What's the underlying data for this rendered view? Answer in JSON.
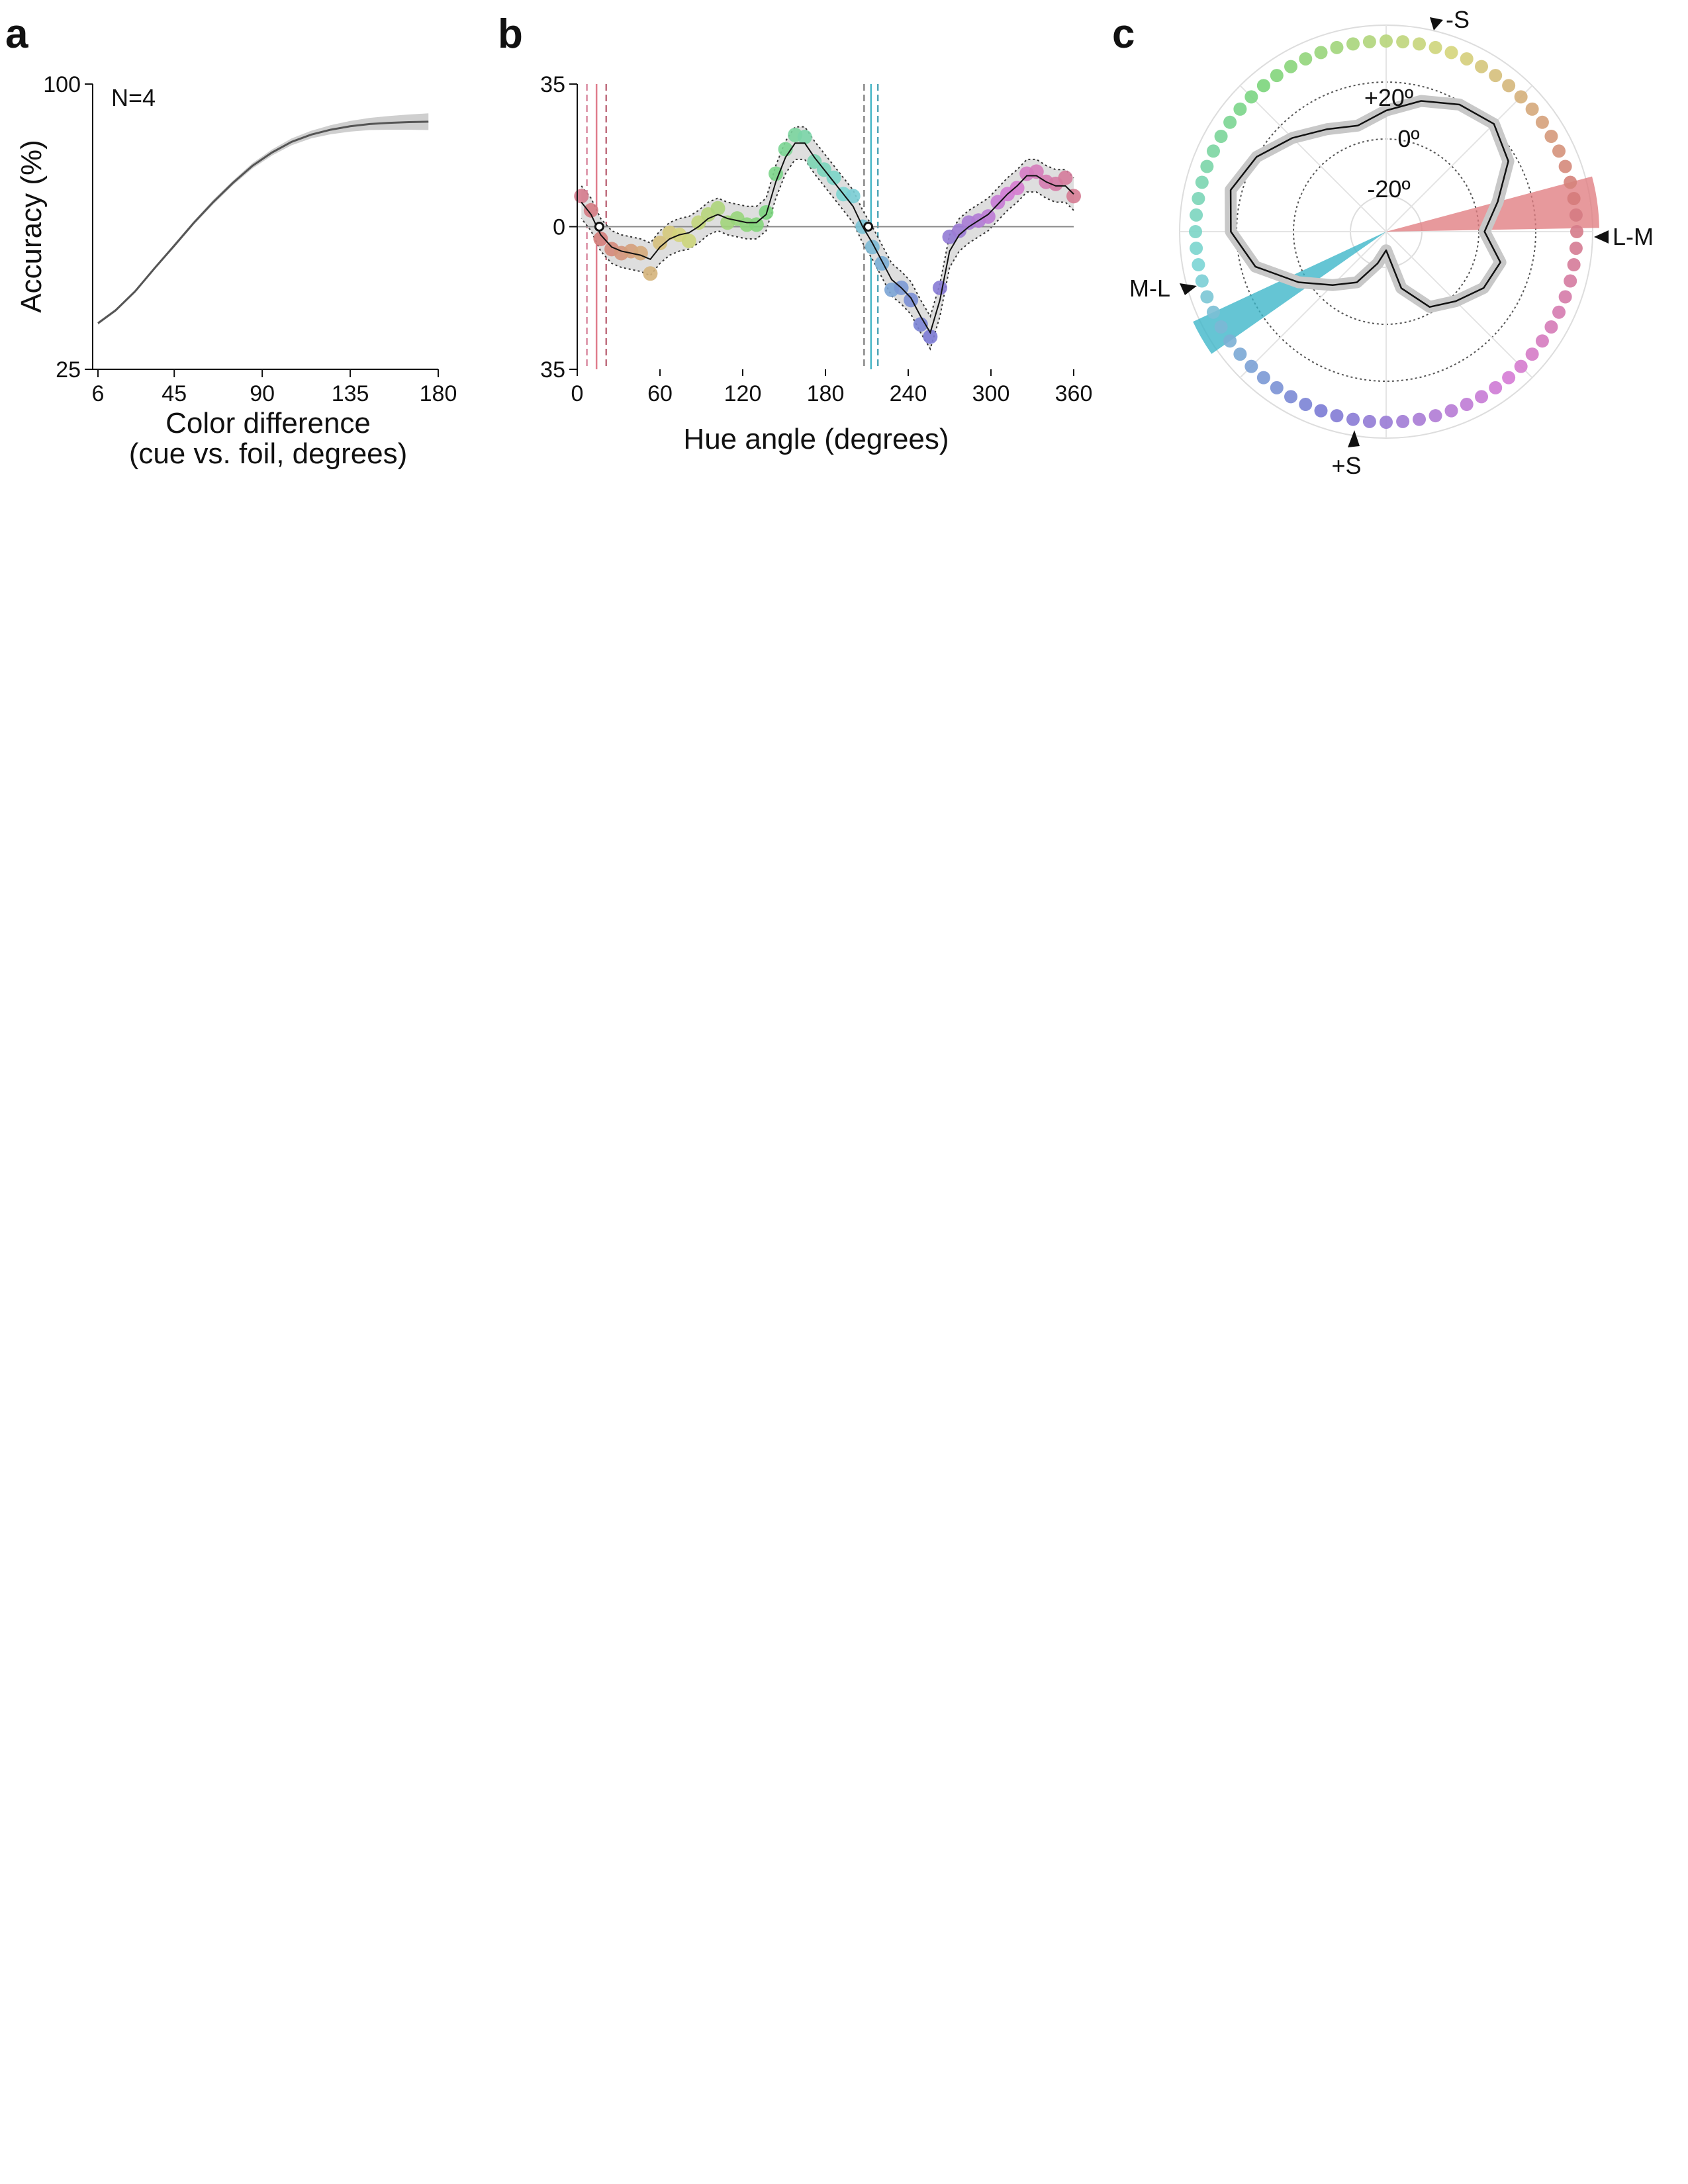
{
  "panels": {
    "a": "a",
    "b": "b",
    "c": "c"
  },
  "chart_data": [
    {
      "type": "line",
      "panel": "a",
      "annotation": "N=4",
      "xlabel": "Color difference",
      "xlabel2": "(cue vs. foil, degrees)",
      "ylabel": "Accuracy (%)",
      "xlim": [
        6,
        180
      ],
      "ylim": [
        25,
        100
      ],
      "xticks": [
        "6",
        "45",
        "90",
        "135",
        "180"
      ],
      "xtick_values": [
        6,
        45,
        90,
        135,
        180
      ],
      "yticks": [
        "25",
        "100"
      ],
      "ytick_values": [
        25,
        100
      ],
      "x": [
        6,
        15,
        25,
        35,
        45,
        55,
        65,
        75,
        85,
        95,
        105,
        115,
        125,
        135,
        145,
        155,
        165,
        175
      ],
      "values": [
        37.1,
        40.5,
        45.5,
        51.6,
        57.5,
        63.5,
        69.0,
        74.0,
        78.5,
        82.0,
        84.8,
        86.7,
        88.0,
        88.9,
        89.5,
        89.8,
        90.0,
        90.1
      ],
      "band_halfwidth": [
        0.4,
        0.4,
        0.4,
        0.4,
        0.5,
        0.5,
        0.6,
        0.6,
        0.7,
        0.8,
        0.9,
        1.0,
        1.2,
        1.4,
        1.6,
        1.8,
        2.0,
        2.2
      ],
      "colors": {
        "line": "#555555",
        "band": "#cfcfcf"
      }
    },
    {
      "type": "scatter",
      "panel": "b",
      "xlabel": "Hue angle (degrees)",
      "xlim": [
        0,
        360
      ],
      "ylim": [
        -35,
        35
      ],
      "xticks": [
        "0",
        "60",
        "120",
        "180",
        "240",
        "300",
        "360"
      ],
      "xtick_values": [
        0,
        60,
        120,
        180,
        240,
        300,
        360
      ],
      "yticks": [
        "35",
        "0",
        "35"
      ],
      "ytick_values": [
        35,
        0,
        -35
      ],
      "x": [
        3,
        10,
        17,
        25,
        32,
        39,
        46,
        53,
        60,
        67,
        74,
        81,
        88,
        95,
        102,
        109,
        116,
        123,
        130,
        137,
        144,
        151,
        158,
        165,
        172,
        179,
        186,
        193,
        200,
        207,
        214,
        221,
        228,
        235,
        242,
        249,
        256,
        263,
        270,
        277,
        284,
        291,
        298,
        305,
        312,
        319,
        326,
        333,
        340,
        347,
        354,
        360
      ],
      "values": [
        7.5,
        4,
        -3,
        -5.5,
        -6.5,
        -6,
        -6.5,
        -11.5,
        -4,
        -1.5,
        -2,
        -3.5,
        1,
        3,
        4.5,
        1,
        2,
        0.5,
        0.5,
        3.5,
        13,
        19,
        22.5,
        22,
        16,
        14,
        12,
        8,
        7.5,
        0,
        -5,
        -9,
        -15.5,
        -15,
        -18,
        -24,
        -27,
        -15,
        -2.5,
        -1,
        1,
        1.5,
        2.5,
        6,
        8,
        9.5,
        13,
        13.5,
        11,
        10.5,
        12,
        7.5
      ],
      "fit": [
        6,
        3,
        -2,
        -5,
        -6,
        -6.5,
        -7,
        -8,
        -5,
        -3,
        -2,
        -1.5,
        0,
        2,
        3,
        2,
        1.5,
        1,
        1,
        3,
        11,
        17,
        20.5,
        20.5,
        17,
        14,
        11,
        8,
        5,
        0,
        -4,
        -8.5,
        -13,
        -15,
        -17.5,
        -22,
        -26,
        -18,
        -6,
        -2,
        0,
        1.5,
        3,
        5.5,
        8,
        10,
        12.5,
        12.5,
        11,
        10,
        10,
        8
      ],
      "band_halfwidth": 4,
      "zero_crossings": [
        16,
        211
      ],
      "vlines": [
        {
          "x": 7,
          "color": "#d98aa0",
          "dash": true
        },
        {
          "x": 14,
          "color": "#e07c8c",
          "dash": false
        },
        {
          "x": 21,
          "color": "#c07080",
          "dash": true
        },
        {
          "x": 208,
          "color": "#888888",
          "dash": true
        },
        {
          "x": 213,
          "color": "#4bb8c8",
          "dash": false
        },
        {
          "x": 218,
          "color": "#4fa6b8",
          "dash": true
        }
      ]
    },
    {
      "type": "polar",
      "panel": "c",
      "ring_labels": [
        "+20º",
        "0º",
        "-20º"
      ],
      "ring_values": [
        20,
        0,
        -20
      ],
      "direction_labels": {
        "top": "-S",
        "right": "L-M",
        "left": "M-L",
        "bottom": "+S"
      },
      "wedges": [
        {
          "name": "L-M",
          "center_deg": 8,
          "width_deg": 14,
          "color": "#e07c80"
        },
        {
          "name": "M-L",
          "center_deg": 210,
          "width_deg": 10,
          "color": "#3ab5c8"
        }
      ],
      "dot_count": 72,
      "curve_angles": [
        0,
        15,
        30,
        45,
        60,
        75,
        90,
        105,
        120,
        135,
        150,
        165,
        180,
        195,
        210,
        225,
        240,
        255,
        270,
        285,
        300,
        315,
        330,
        345
      ],
      "curve_values": [
        2,
        8,
        17,
        21,
        19,
        15,
        10,
        6,
        9,
        14,
        20,
        24,
        22,
        15,
        3,
        -6,
        -12,
        -21,
        -26,
        -12,
        -2,
        2,
        7,
        9
      ]
    }
  ]
}
